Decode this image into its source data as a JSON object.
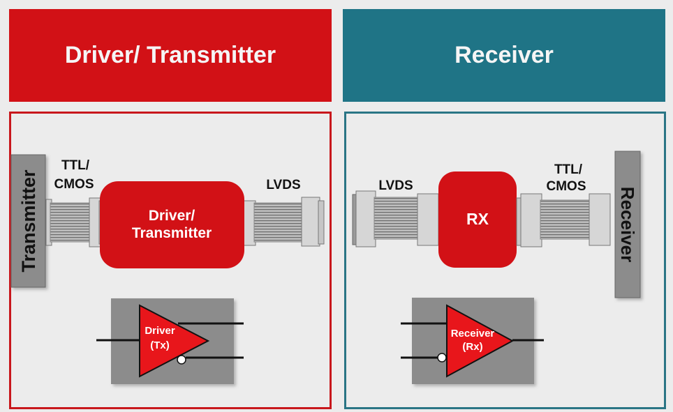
{
  "headers": {
    "left": "Driver/ Transmitter",
    "right": "Receiver"
  },
  "left_panel": {
    "side_block": "Transmitter",
    "input_label": [
      "TTL/",
      "CMOS"
    ],
    "output_label": "LVDS",
    "main_block": [
      "Driver/",
      "Transmitter"
    ],
    "symbol_label": [
      "Driver",
      "(Tx)"
    ]
  },
  "right_panel": {
    "side_block": "Receiver",
    "input_label": "LVDS",
    "output_label": [
      "TTL/",
      "CMOS"
    ],
    "main_block": "RX",
    "symbol_label": [
      "Receiver",
      "(Rx)"
    ]
  },
  "colors": {
    "red": "#d21116",
    "teal": "#1f7486",
    "gray_block": "#8c8c8c",
    "panel_bg": "#ececec"
  }
}
